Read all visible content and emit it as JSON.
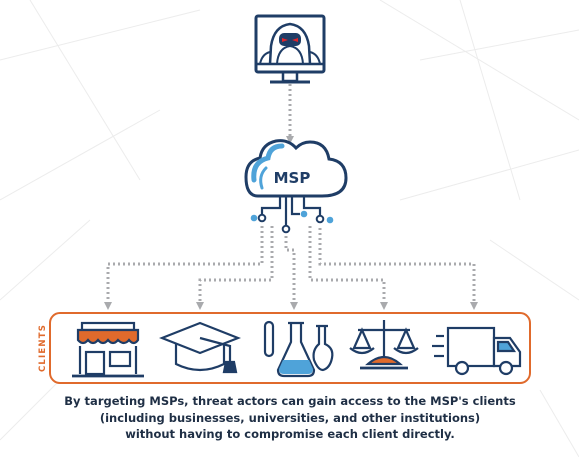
{
  "colors": {
    "navy": "#1f3d66",
    "light_blue": "#4fa3d9",
    "orange": "#e06a2c",
    "connector_gray": "#a9aaad",
    "eye_red": "#e0252b",
    "background_web": "#ececec"
  },
  "diagram": {
    "threat_actor": {
      "icon": "hacker-at-monitor-icon"
    },
    "msp": {
      "label": "MSP",
      "icon": "cloud-icon"
    },
    "clients": {
      "label": "CLIENTS",
      "items": [
        {
          "icon": "storefront-icon"
        },
        {
          "icon": "graduation-cap-icon"
        },
        {
          "icon": "lab-flasks-icon"
        },
        {
          "icon": "scales-of-justice-icon"
        },
        {
          "icon": "delivery-truck-icon"
        }
      ]
    }
  },
  "caption": {
    "line1": "By targeting MSPs, threat actors can gain access to the MSP's clients",
    "line2": "(including businesses, universities, and other institutions)",
    "line3": "without having to compromise each client directly."
  }
}
